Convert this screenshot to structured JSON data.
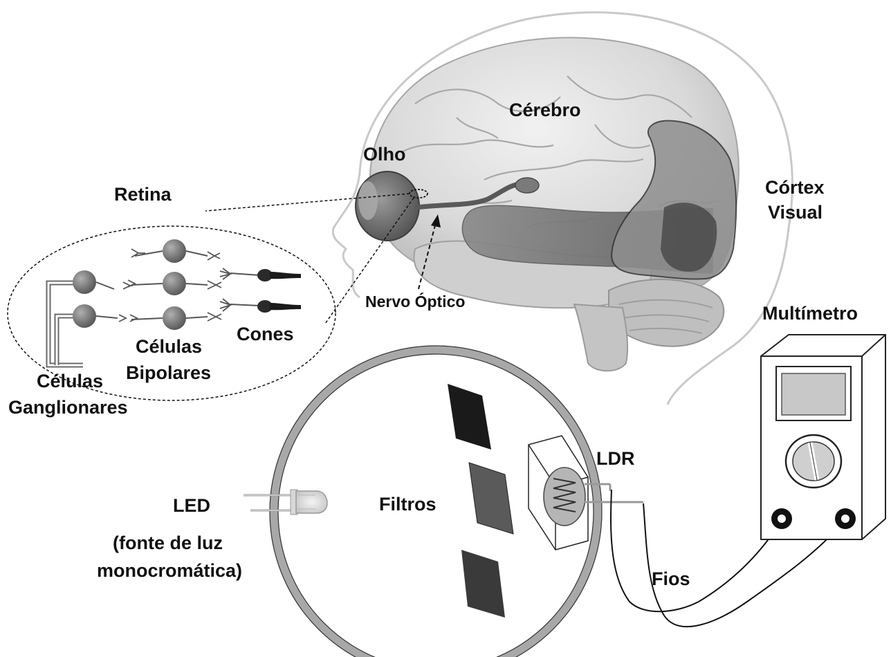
{
  "labels": {
    "cerebro": "Cérebro",
    "olho": "Olho",
    "retina": "Retina",
    "cortex_line1": "Córtex",
    "cortex_line2": "Visual",
    "nervo_optico": "Nervo Óptico",
    "cones": "Cones",
    "bipolares_line1": "Células",
    "bipolares_line2": "Bipolares",
    "ganglionares_line1": "Células",
    "ganglionares_line2": "Ganglionares",
    "multimetro": "Multímetro",
    "ldr": "LDR",
    "led": "LED",
    "fonte_line1": "(fonte de luz",
    "fonte_line2": "monocromática)",
    "filtros": "Filtros",
    "fios": "Fios"
  },
  "colors": {
    "brain_light": "#e4e4e4",
    "brain_mid": "#c8c8c8",
    "brain_dark": "#9a9a9a",
    "pathway": "#6e6e6e",
    "cortex_dark": "#4a4a4a",
    "cell": "#7a7a7a",
    "cone": "#2a2a2a",
    "filter_top": "#1a1a1a",
    "filter_mid": "#5a5a5a",
    "filter_bottom": "#3a3a3a",
    "ring": "#b8b8b8"
  },
  "icons": {
    "led": "led-icon",
    "ldr": "ldr-icon",
    "multimeter": "multimeter-icon"
  }
}
